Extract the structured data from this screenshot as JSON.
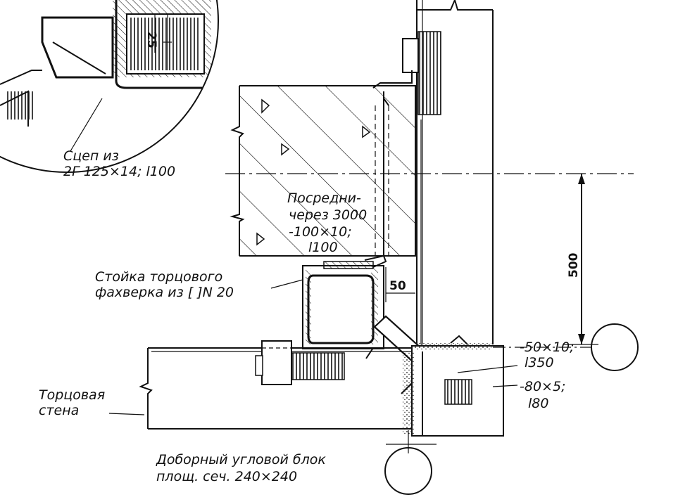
{
  "labels": {
    "clip_line1": "Сцеп из",
    "clip_line2": "2Г 125×14; l100",
    "intermediate_line1": "Посредни-",
    "intermediate_line2": "через 3000",
    "intermediate_line3": "-100×10;",
    "intermediate_line4": "l100",
    "post_line1": "Стойка торцового",
    "post_line2": "фахверка из [ ]N 20",
    "end_wall_line1": "Торцовая",
    "end_wall_line2": "стена",
    "corner_block_line1": "Доборный угловой блок",
    "corner_block_line2": "площ. сеч. 240×240",
    "plate_a_line1": "-50×10;",
    "plate_a_line2": "l350",
    "plate_b_line1": "-80×5;",
    "plate_b_line2": "l80"
  },
  "dimensions": {
    "detail_dim": "25",
    "gap_dim": "50",
    "offset_dim": "500"
  }
}
